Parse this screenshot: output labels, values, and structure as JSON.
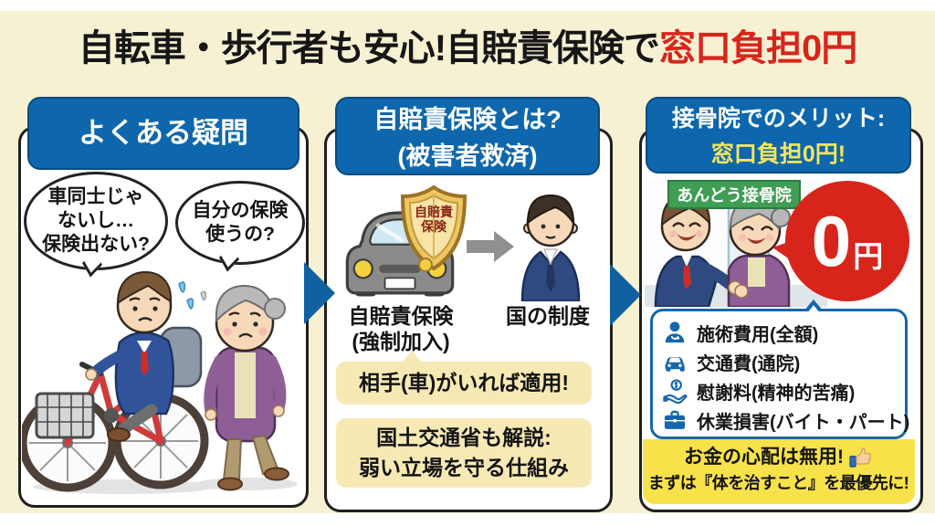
{
  "colors": {
    "accent_blue": "#0e67ac",
    "accent_red": "#d8251c",
    "cream_bg": "#f7f1d3",
    "pale_note": "#f6e9b4",
    "footer_yellow": "#f8e24a",
    "sign_green": "#3f9e53",
    "shield_gold": "#edc75f"
  },
  "title": {
    "main": "自転車・歩行者も安心!自賠責保険で",
    "highlight": "窓口負担0円"
  },
  "panel_question": {
    "header": "よくある疑問",
    "bubble1": {
      "line1": "車同士じゃ",
      "line2": "ないし…",
      "line3": "保険出ない?"
    },
    "bubble2": {
      "line1": "自分の保険",
      "line2": "使うの?"
    }
  },
  "panel_insurance": {
    "header_line1": "自賠責保険とは?",
    "header_line2": "(被害者救済)",
    "shield_line1": "自賠責",
    "shield_line2": "保険",
    "car_label_line1": "自賠責保険",
    "car_label_line2": "(強制加入)",
    "state_label": "国の制度",
    "note1": "相手(車)がいれば適用!",
    "note2_line1": "国土交通省も解説:",
    "note2_line2": "弱い立場を守る仕組み"
  },
  "panel_clinic": {
    "header_line1": "接骨院でのメリット:",
    "header_line2": "窓口負担0円!",
    "sign": "あんどう接骨院",
    "zero_big": "0",
    "zero_small": "円",
    "benefits": [
      {
        "icon": "therapist-icon",
        "label": "施術費用(全額)"
      },
      {
        "icon": "car-icon",
        "label": "交通費(通院)"
      },
      {
        "icon": "money-hand-icon",
        "label": "慰謝料(精神的苦痛)"
      },
      {
        "icon": "briefcase-icon",
        "label": "休業損害(バイト・パート)"
      }
    ],
    "footer_line1": "お金の心配は無用!",
    "footer_line2": "まずは『体を治すこと』を最優先に!"
  }
}
